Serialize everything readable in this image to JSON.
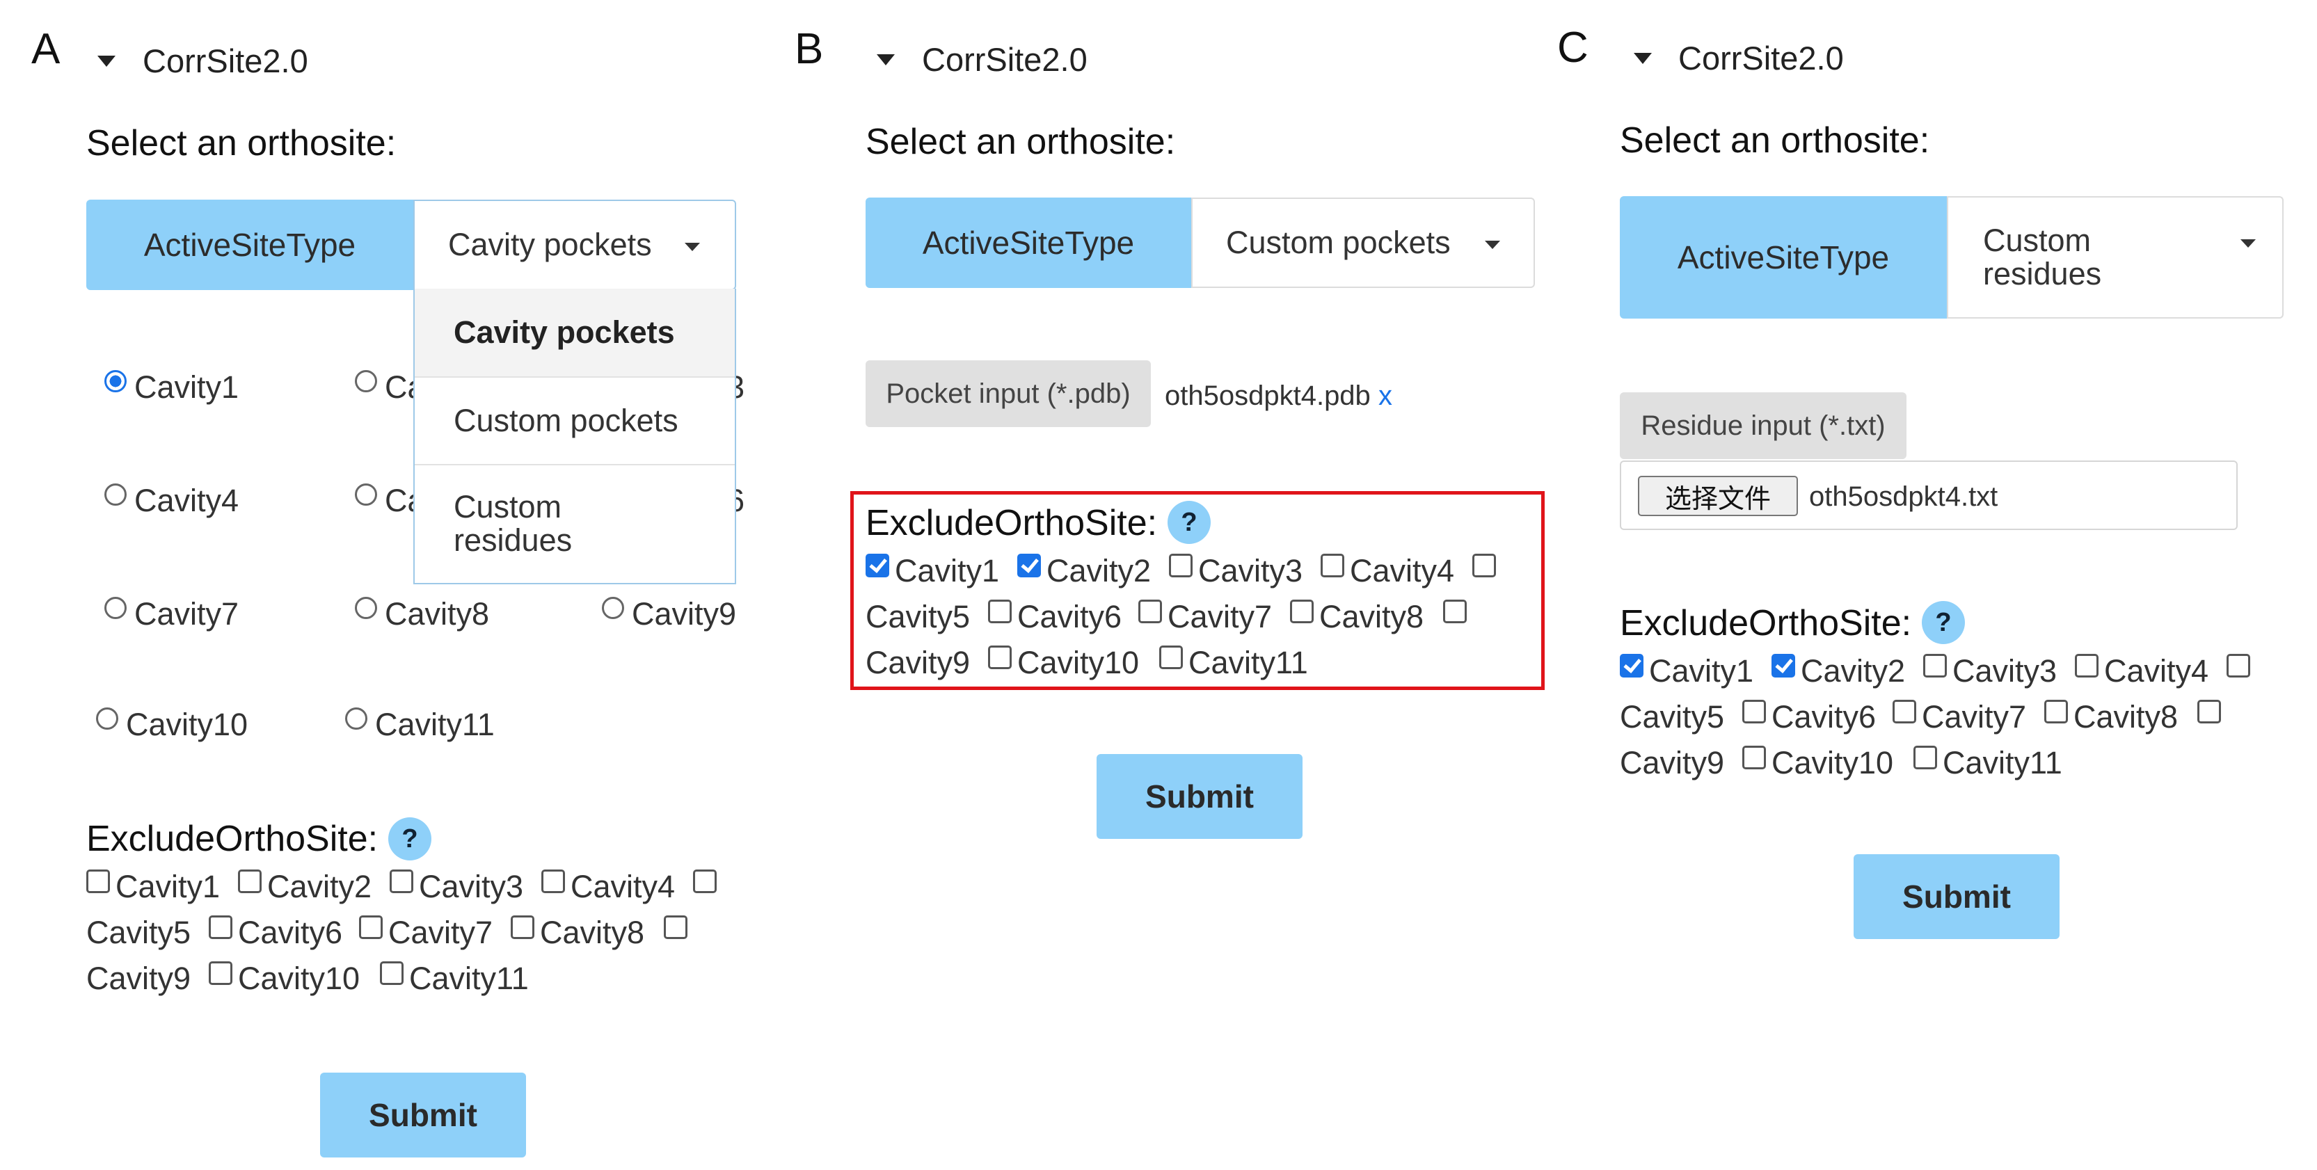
{
  "common": {
    "app_title": "CorrSite2.0",
    "select_heading": "Select an orthosite:",
    "active_site_label": "ActiveSiteType",
    "exclude_heading": "ExcludeOrthoSite:",
    "help_symbol": "?",
    "submit_label": "Submit"
  },
  "panelA": {
    "label": "A",
    "dropdown_value": "Cavity pockets",
    "menu_items": [
      "Cavity pockets",
      "Custom pockets",
      "Custom",
      "residues"
    ],
    "radios": [
      "Cavity1",
      "Ca",
      "3",
      "Cavity4",
      "Ca",
      "6",
      "Cavity7",
      "Cavity8",
      "Cavity9",
      "Cavity10",
      "Cavity11"
    ],
    "selected_radio": "Cavity1",
    "exclude": [
      [
        "Cavity1",
        "Cavity2",
        "Cavity3",
        "Cavity4"
      ],
      [
        "Cavity5",
        "Cavity6",
        "Cavity7",
        "Cavity8"
      ],
      [
        "Cavity9",
        "Cavity10",
        "Cavity11"
      ]
    ]
  },
  "panelB": {
    "label": "B",
    "dropdown_value": "Custom pockets",
    "file_button": "Pocket input (*.pdb)",
    "file_name": "oth5osdpkt4.pdb",
    "remove_symbol": "x",
    "exclude": [
      [
        "Cavity1",
        "Cavity2",
        "Cavity3",
        "Cavity4"
      ],
      [
        "Cavity5",
        "Cavity6",
        "Cavity7",
        "Cavity8"
      ],
      [
        "Cavity9",
        "Cavity10",
        "Cavity11"
      ]
    ],
    "checked": [
      "Cavity1",
      "Cavity2"
    ]
  },
  "panelC": {
    "label": "C",
    "dropdown_line1": "Custom",
    "dropdown_line2": "residues",
    "file_button": "Residue input (*.txt)",
    "choose_button": "选择文件",
    "file_name": "oth5osdpkt4.txt",
    "exclude": [
      [
        "Cavity1",
        "Cavity2",
        "Cavity3",
        "Cavity4"
      ],
      [
        "Cavity5",
        "Cavity6",
        "Cavity7",
        "Cavity8"
      ],
      [
        "Cavity9",
        "Cavity10",
        "Cavity11"
      ]
    ],
    "checked": [
      "Cavity1",
      "Cavity2"
    ]
  }
}
